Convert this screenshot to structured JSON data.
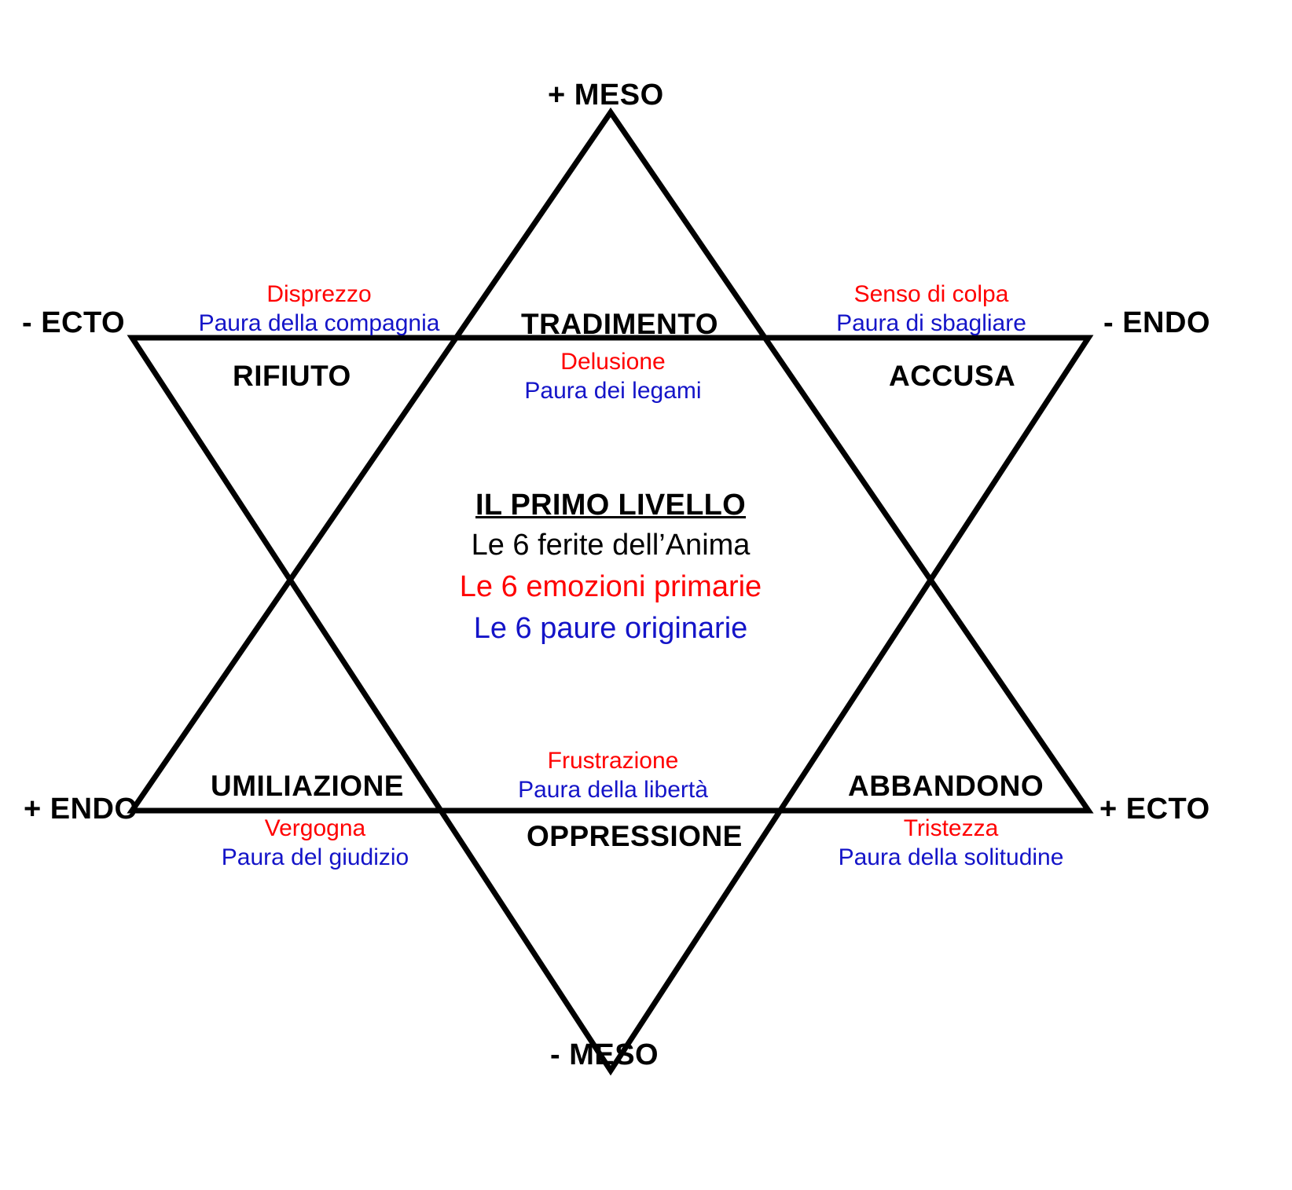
{
  "diagram": {
    "title": "Il primo livello - Le 6 ferite dell'Anima",
    "line_color": "#000000",
    "background": "#ffffff",
    "colors": {
      "wound": "#000000",
      "emotion": "#ff0000",
      "fear": "#1414c8",
      "axis": "#000000"
    }
  },
  "axes": {
    "top": "+ MESO",
    "bottom": "- MESO",
    "upper_left": "- ECTO",
    "upper_right": "- ENDO",
    "lower_left": "+ ENDO",
    "lower_right": "+ ECTO"
  },
  "center": {
    "title": "IL PRIMO LIVELLO",
    "line_black": "Le 6 ferite dell’Anima",
    "line_red": "Le 6 emozioni primarie",
    "line_blue": "Le 6 paure originarie"
  },
  "nodes": [
    {
      "id": "rifiuto",
      "wound": "RIFIUTO",
      "emotion": "Disprezzo",
      "fear": "Paura della compagnia",
      "position": "upper-left"
    },
    {
      "id": "tradimento",
      "wound": "TRADIMENTO",
      "emotion": "Delusione",
      "fear": "Paura dei legami",
      "position": "top-center"
    },
    {
      "id": "accusa",
      "wound": "ACCUSA",
      "emotion": "Senso di colpa",
      "fear": "Paura di sbagliare",
      "position": "upper-right"
    },
    {
      "id": "umiliazione",
      "wound": "UMILIAZIONE",
      "emotion": "Vergogna",
      "fear": "Paura del giudizio",
      "position": "lower-left"
    },
    {
      "id": "oppressione",
      "wound": "OPPRESSIONE",
      "emotion": "Frustrazione",
      "fear": "Paura della libertà",
      "position": "bottom-center"
    },
    {
      "id": "abbandono",
      "wound": "ABBANDONO",
      "emotion": "Tristezza",
      "fear": "Paura della solitudine",
      "position": "lower-right"
    }
  ],
  "chart_data": {
    "type": "diagram",
    "shape": "hexagram",
    "title": "IL PRIMO LIVELLO",
    "axis_poles": [
      "+ MESO",
      "- ENDO",
      "+ ECTO",
      "- MESO",
      "+ ENDO",
      "- ECTO"
    ],
    "triangles": [
      {
        "name": "upward",
        "vertices": [
          [
            777,
            143
          ],
          [
            168,
            430
          ],
          [
            1385,
            430
          ]
        ]
      },
      {
        "name": "downward",
        "vertices": [
          [
            777,
            1363
          ],
          [
            168,
            1032
          ],
          [
            1385,
            1032
          ]
        ]
      }
    ],
    "legend": [
      "Le 6 ferite dell’Anima",
      "Le 6 emozioni primarie",
      "Le 6 paure originarie"
    ]
  }
}
